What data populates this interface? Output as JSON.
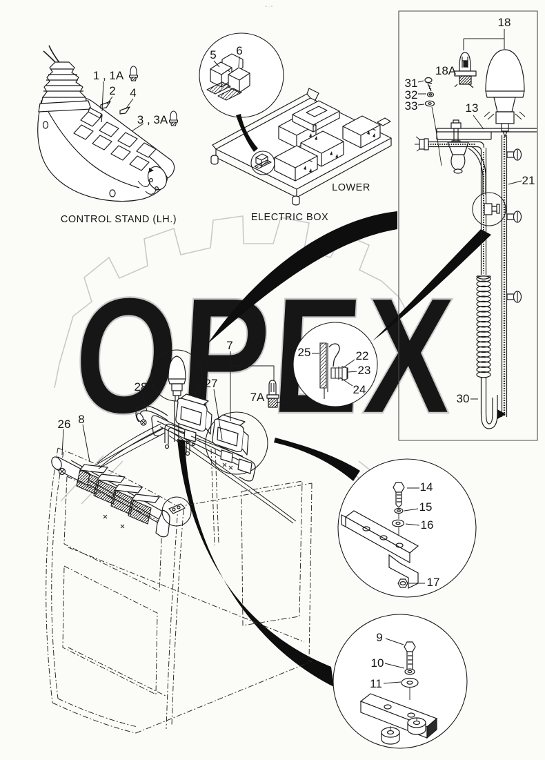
{
  "labels": {
    "n1_1a": "1 , 1A",
    "n2": "2",
    "n4": "4",
    "n3_3a": "3 , 3A",
    "n5": "5",
    "n6": "6",
    "n7": "7",
    "n7a": "7A",
    "n8": "8",
    "n9": "9",
    "n10": "10",
    "n11": "11",
    "n13": "13",
    "n14": "14",
    "n15": "15",
    "n16": "16",
    "n17": "17",
    "n18": "18",
    "n18a": "18A",
    "n21": "21",
    "n22": "22",
    "n23": "23",
    "n24": "24",
    "n25": "25",
    "n26": "26",
    "n27": "27",
    "n28": "28",
    "n30": "30",
    "n31": "31",
    "n32": "32",
    "n33": "33"
  },
  "captions": {
    "control_stand": "CONTROL STAND (LH.)",
    "electric_box": "ELECTRIC BOX",
    "electric_box_location": "LOWER",
    "header_mark": "·· ···"
  },
  "watermark": {
    "text": "OPEX",
    "color": "#c9c9c9"
  },
  "colors": {
    "line": "#1b1b1b",
    "background": "#fbfbf8",
    "watermark": "#c9c9c9"
  }
}
